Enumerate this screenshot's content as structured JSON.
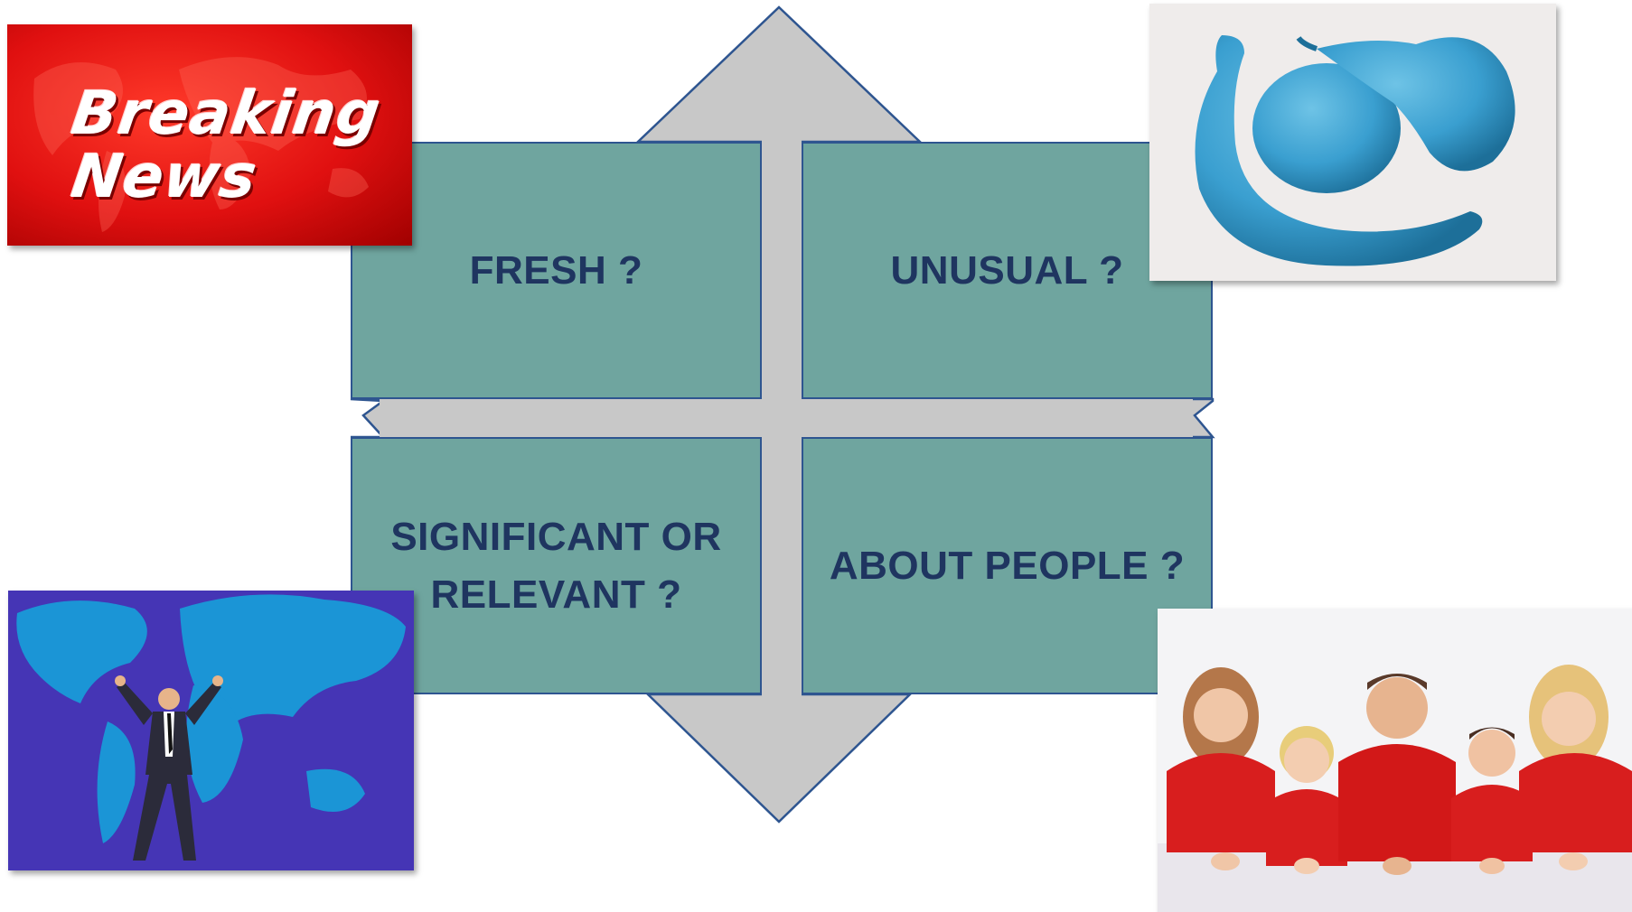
{
  "diagram": {
    "top_left": "FRESH ?",
    "top_right": "UNUSUAL ?",
    "bottom_left_line1": "SIGNIFICANT OR",
    "bottom_left_line2": "RELEVANT ?",
    "bottom_right": "ABOUT PEOPLE ?"
  },
  "images": {
    "breaking_news_line1": "Breaking",
    "breaking_news_line2": "News"
  },
  "colors": {
    "box_fill": "#6fa59f",
    "box_border": "#2e5590",
    "text": "#1f3560",
    "arrow_fill": "#c8c8c8",
    "arrow_border": "#2e5590"
  }
}
